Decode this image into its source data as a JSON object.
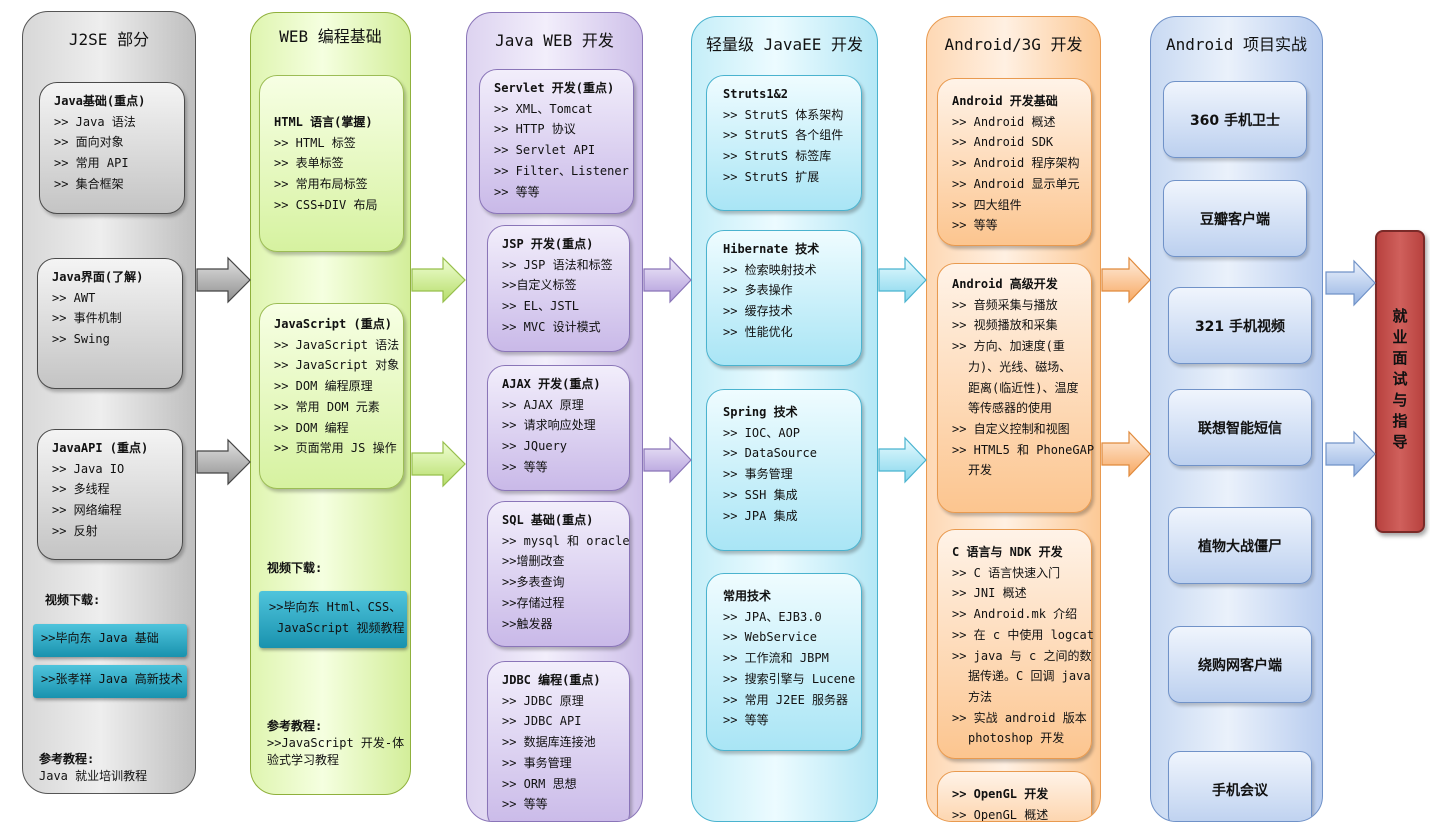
{
  "columns": {
    "j2se": {
      "title": "J2SE 部分",
      "boxes": [
        {
          "title": "Java基础(重点)",
          "items": [
            ">> Java 语法",
            ">> 面向对象",
            ">> 常用 API",
            ">> 集合框架"
          ]
        },
        {
          "title": "Java界面(了解)",
          "items": [
            ">> AWT",
            ">> 事件机制",
            ">> Swing"
          ]
        },
        {
          "title": "JavaAPI (重点)",
          "items": [
            ">> Java IO",
            ">> 多线程",
            ">> 网络编程",
            ">> 反射"
          ]
        }
      ],
      "video_label": "视频下载:",
      "videos": [
        ">>毕向东 Java 基础",
        ">>张孝祥 Java 高新技术"
      ],
      "ref_label": "参考教程:",
      "ref_text": "Java 就业培训教程"
    },
    "web": {
      "title": "WEB 编程基础",
      "boxes": [
        {
          "title": "HTML 语言(掌握)",
          "items": [
            ">> HTML 标签",
            ">> 表单标签",
            ">> 常用布局标签",
            ">> CSS+DIV 布局"
          ]
        },
        {
          "title": "JavaScript (重点)",
          "items": [
            ">> JavaScript 语法",
            ">> JavaScript 对象",
            ">> DOM 编程原理",
            ">> 常用 DOM 元素",
            ">> DOM 编程",
            ">> 页面常用 JS 操作"
          ]
        }
      ],
      "video_label": "视频下载:",
      "video_lines": [
        ">>毕向东 Html、CSS、",
        "JavaScript 视频教程"
      ],
      "ref_label": "参考教程:",
      "ref_lines": [
        ">>JavaScript 开发-体",
        "验式学习教程"
      ]
    },
    "javaweb": {
      "title": "Java WEB 开发",
      "boxes": [
        {
          "title": "Servlet 开发(重点)",
          "items": [
            ">> XML、Tomcat",
            ">> HTTP 协议",
            ">> Servlet API",
            ">> Filter、Listener",
            ">> 等等"
          ]
        },
        {
          "title": "JSP 开发(重点)",
          "items": [
            ">> JSP 语法和标签",
            ">>自定义标签",
            ">> EL、JSTL",
            ">> MVC 设计模式"
          ]
        },
        {
          "title": "AJAX 开发(重点)",
          "items": [
            ">> AJAX 原理",
            ">> 请求响应处理",
            ">> JQuery",
            ">> 等等"
          ]
        },
        {
          "title": "SQL 基础(重点)",
          "items": [
            ">> mysql 和 oracle",
            ">>增删改查",
            ">>多表查询",
            ">>存储过程",
            ">>触发器"
          ]
        },
        {
          "title": "JDBC 编程(重点)",
          "items": [
            ">> JDBC 原理",
            ">> JDBC API",
            ">> 数据库连接池",
            ">> 事务管理",
            ">> ORM 思想",
            ">> 等等"
          ]
        }
      ]
    },
    "javaee": {
      "title": "轻量级 JavaEE 开发",
      "boxes": [
        {
          "title": "Struts1&2",
          "items": [
            ">> StrutS 体系架构",
            ">> StrutS 各个组件",
            ">> StrutS 标签库",
            ">> StrutS 扩展"
          ]
        },
        {
          "title": "Hibernate 技术",
          "items": [
            ">> 检索映射技术",
            ">> 多表操作",
            ">> 缓存技术",
            ">> 性能优化"
          ]
        },
        {
          "title": "Spring 技术",
          "items": [
            ">> IOC、AOP",
            ">> DataSource",
            ">> 事务管理",
            ">> SSH 集成",
            ">> JPA 集成"
          ]
        },
        {
          "title": "常用技术",
          "items": [
            ">> JPA、EJB3.0",
            ">> WebService",
            ">> 工作流和 JBPM",
            ">> 搜索引擎与 Lucene",
            ">> 常用 J2EE 服务器",
            ">> 等等"
          ]
        }
      ]
    },
    "android": {
      "title": "Android/3G 开发",
      "boxes": [
        {
          "title": "Android 开发基础",
          "items": [
            ">> Android 概述",
            ">> Android SDK",
            ">> Android 程序架构",
            ">> Android 显示单元",
            ">> 四大组件",
            ">> 等等"
          ]
        },
        {
          "title": "Android 高级开发",
          "items": [
            ">> 音频采集与播放",
            ">> 视频播放和采集",
            ">> 方向、加速度(重",
            "力)、光线、磁场、",
            "距离(临近性)、温度",
            "等传感器的使用",
            ">> 自定义控制和视图",
            ">> HTML5 和 PhoneGAP",
            "开发"
          ]
        },
        {
          "title": "C 语言与 NDK 开发",
          "items": [
            ">> C 语言快速入门",
            ">> JNI 概述",
            ">> Android.mk 介绍",
            ">> 在 c 中使用 logcat",
            ">> java 与 c 之间的数",
            "据传递。C 回调 java",
            "方法",
            ">> 实战 android 版本",
            "photoshop 开发"
          ]
        },
        {
          "title": ">> OpenGL 开发",
          "items": [
            ">> OpenGL 概述"
          ]
        }
      ]
    },
    "projects": {
      "title": "Android 项目实战",
      "items": [
        "360 手机卫士",
        "豆瓣客户端",
        "321 手机视频",
        "联想智能短信",
        "植物大战僵尸",
        "绕购网客户端",
        "手机会议"
      ]
    }
  },
  "final": {
    "label": "就业面试与指导"
  },
  "colors": {
    "gray": "#c4c4c4",
    "green": "#d6f2a0",
    "purple": "#c9b9e8",
    "cyan": "#a9e5f5",
    "orange": "#fcc58f",
    "blue": "#bcd0ef",
    "red": "#c0504d"
  }
}
